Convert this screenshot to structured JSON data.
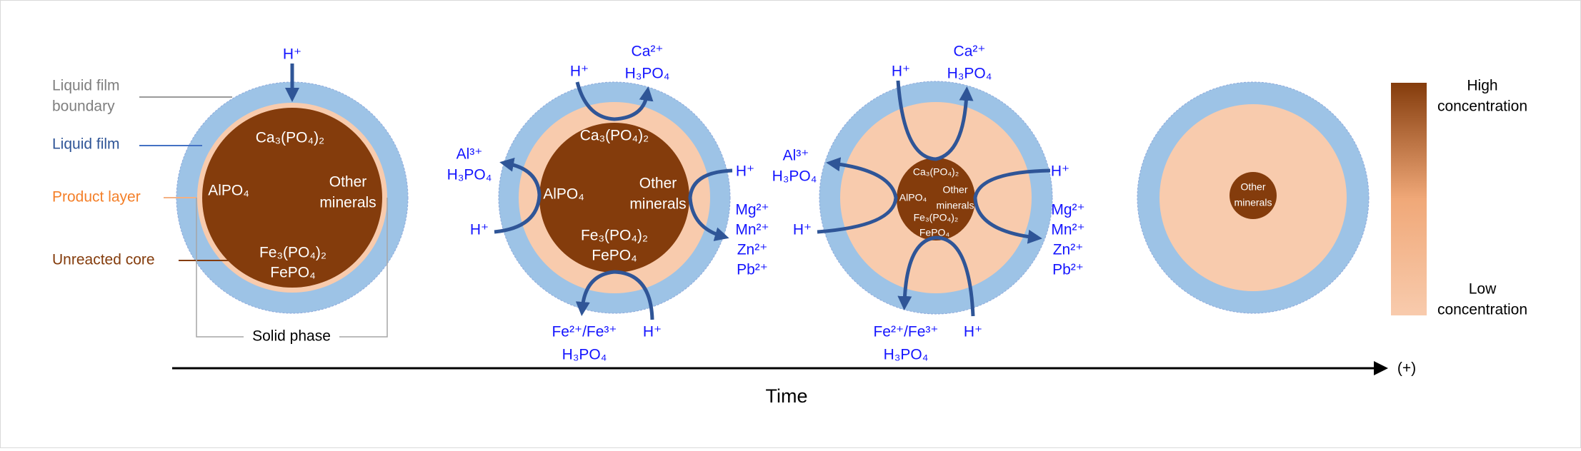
{
  "labels": {
    "liquid_film_boundary": [
      "Liquid film",
      "boundary"
    ],
    "liquid_film": "Liquid film",
    "product_layer": "Product layer",
    "unreacted_core": "Unreacted core",
    "solid_phase": "Solid phase"
  },
  "minerals": {
    "ca": "Ca₃(PO₄)₂",
    "al": "AlPO₄",
    "other": [
      "Other",
      "minerals"
    ],
    "fe3": "Fe₃(PO₄)₂",
    "fepo4": "FePO₄"
  },
  "ions": {
    "h": "H⁺",
    "ca": "Ca²⁺",
    "h3po4": "H₃PO₄",
    "al": "Al³⁺",
    "fe": "Fe²⁺/Fe³⁺",
    "mg": "Mg²⁺",
    "mn": "Mn²⁺",
    "zn": "Zn²⁺",
    "pb": "Pb²⁺"
  },
  "axis": {
    "label": "Time",
    "direction": "(+)"
  },
  "legend": {
    "high": [
      "High",
      "concentration"
    ],
    "low": [
      "Low",
      "concentration"
    ]
  },
  "colors": {
    "liquid_film": "#9dc3e6",
    "product_layer": "#f8cbad",
    "core": "#843c0c",
    "arrow": "#2f5597",
    "ion_text": "#1414ff"
  }
}
